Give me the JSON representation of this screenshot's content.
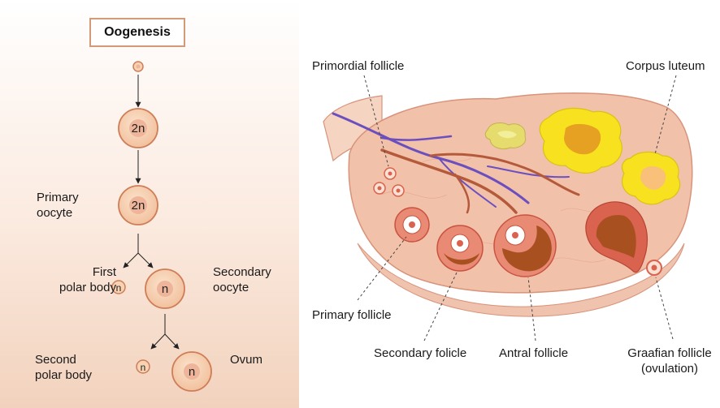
{
  "title": "Oogenesis",
  "cells": {
    "diploid_1": "2n",
    "diploid_2": "2n",
    "first_polar": "n",
    "secondary_oocyte": "n",
    "second_polar": "n",
    "ovum": "n"
  },
  "stage_labels": {
    "primary_oocyte": "Primary\noocyte",
    "first_polar_body": "First\npolar body",
    "secondary_oocyte": "Secondary\noocyte",
    "second_polar_body": "Second\npolar body",
    "ovum": "Ovum"
  },
  "ovary_labels": {
    "primordial": "Primordial follicle",
    "corpus_luteum": "Corpus luteum",
    "primary": "Primary follicle",
    "secondary": "Secondary folicle",
    "antral": "Antral follicle",
    "graafian": "Graafian follicle\n(ovulation)"
  },
  "colors": {
    "cell_fill": "#f7d3b3",
    "cell_stroke": "#cf7d57",
    "nucleus": "#eeb59b",
    "ovary_fill": "#f2c1aa",
    "ovary_stroke": "#d8937a",
    "corpus": "#f8e21f",
    "follicle_red": "#d9634e",
    "antrum": "#a85020",
    "vein": "#6c4fbf",
    "artery": "#b45a3a"
  }
}
